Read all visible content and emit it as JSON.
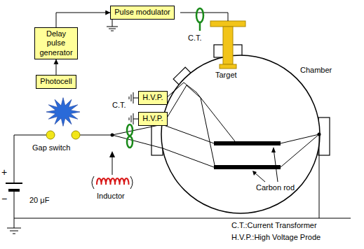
{
  "diagram": {
    "nodes": [
      {
        "text": [
          "Pulse modulator"
        ]
      },
      {
        "text": [
          "Delay pulse generator"
        ]
      },
      {
        "text": [
          "Photocell"
        ]
      },
      {
        "text": [
          "H.V.P."
        ]
      },
      {
        "text": [
          "H.V.P."
        ]
      }
    ],
    "edges": [
      {
        "from": 2,
        "to": 1,
        "arrow": "to"
      },
      {
        "from": 1,
        "to": 0,
        "arrow": "to"
      }
    ],
    "labels": [
      "C.T.",
      "C.T.",
      "Chamber",
      "Target",
      "Carbon rod",
      "Gap switch",
      "Inductor",
      "20 μF",
      "+",
      "−",
      "C.T.:Current Transformer",
      "H.V.P.:High Voltage Prode"
    ]
  }
}
